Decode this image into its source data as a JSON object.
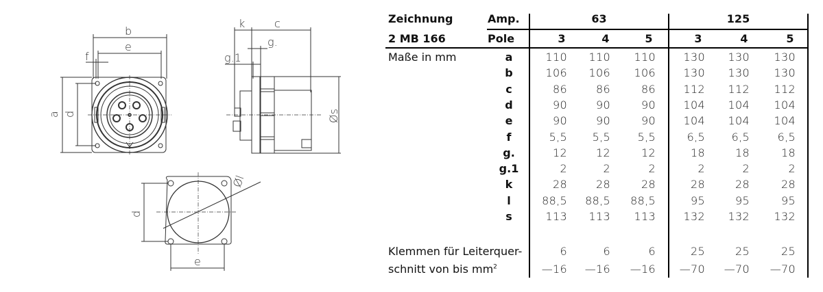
{
  "drawings": {
    "front_view_labels": [
      "b",
      "e",
      "f",
      "a",
      "d"
    ],
    "side_view_labels": [
      "k",
      "c",
      "g.",
      "g.1",
      "Øs"
    ],
    "cutout_view_labels": [
      "d",
      "e",
      "Øl"
    ]
  },
  "table": {
    "header": {
      "drawing_label": "Zeichnung",
      "drawing_code": "2 MB 166",
      "amp_label": "Amp.",
      "pole_label": "Pole",
      "groups": [
        {
          "amp": "63",
          "poles": [
            "3",
            "4",
            "5"
          ]
        },
        {
          "amp": "125",
          "poles": [
            "3",
            "4",
            "5"
          ]
        }
      ]
    },
    "dims_label": "Maße in mm",
    "rows": [
      {
        "key": "a",
        "values": [
          "110",
          "110",
          "110",
          "130",
          "130",
          "130"
        ]
      },
      {
        "key": "b",
        "values": [
          "106",
          "106",
          "106",
          "130",
          "130",
          "130"
        ]
      },
      {
        "key": "c",
        "values": [
          "86",
          "86",
          "86",
          "112",
          "112",
          "112"
        ]
      },
      {
        "key": "d",
        "values": [
          "90",
          "90",
          "90",
          "104",
          "104",
          "104"
        ]
      },
      {
        "key": "e",
        "values": [
          "90",
          "90",
          "90",
          "104",
          "104",
          "104"
        ]
      },
      {
        "key": "f",
        "values": [
          "5,5",
          "5,5",
          "5,5",
          "6,5",
          "6,5",
          "6,5"
        ]
      },
      {
        "key": "g.",
        "values": [
          "12",
          "12",
          "12",
          "18",
          "18",
          "18"
        ]
      },
      {
        "key": "g.1",
        "values": [
          "2",
          "2",
          "2",
          "2",
          "2",
          "2"
        ]
      },
      {
        "key": "k",
        "values": [
          "28",
          "28",
          "28",
          "28",
          "28",
          "28"
        ]
      },
      {
        "key": "l",
        "values": [
          "88,5",
          "88,5",
          "88,5",
          "95",
          "95",
          "95"
        ]
      },
      {
        "key": "s",
        "values": [
          "113",
          "113",
          "113",
          "132",
          "132",
          "132"
        ]
      }
    ],
    "terminals": {
      "label_line1": "Klemmen für Leiterquer-",
      "label_line2": "schnitt von bis mm",
      "label_sup": "2",
      "from": [
        "6",
        "6",
        "6",
        "25",
        "25",
        "25"
      ],
      "to": [
        "—16",
        "—16",
        "—16",
        "—70",
        "—70",
        "—70"
      ]
    }
  }
}
